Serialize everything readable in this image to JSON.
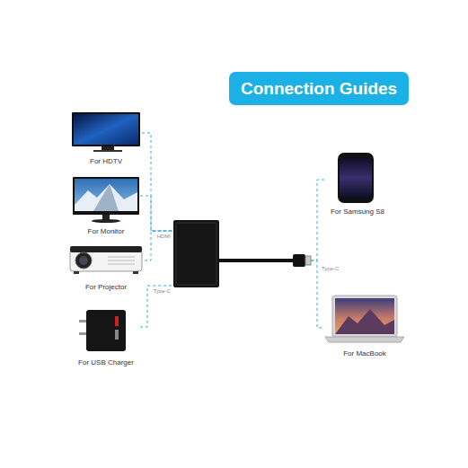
{
  "diagram": {
    "title": "Connection Guides",
    "nodes": [
      {
        "text": [
          "For HDTV"
        ]
      },
      {
        "text": [
          "For Monitor"
        ]
      },
      {
        "text": [
          "For Projector"
        ]
      },
      {
        "text": [
          "For USB Charger"
        ]
      },
      {
        "text": [
          "HDMI",
          "Type-C"
        ]
      },
      {
        "text": [
          "For Samsung S8"
        ]
      },
      {
        "text": [
          "For MacBook"
        ]
      }
    ],
    "edges": [
      {
        "from": 0,
        "to": 4,
        "arrow": "none"
      },
      {
        "from": 1,
        "to": 4,
        "arrow": "none"
      },
      {
        "from": 2,
        "to": 4,
        "arrow": "none"
      },
      {
        "from": 3,
        "to": 4,
        "arrow": "none"
      },
      {
        "from": 4,
        "to": 5,
        "arrow": "none"
      },
      {
        "from": 4,
        "to": 6,
        "arrow": "none"
      }
    ],
    "labels": [
      "Type-C"
    ]
  }
}
